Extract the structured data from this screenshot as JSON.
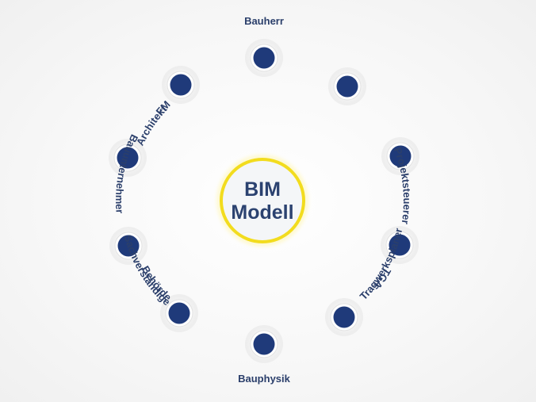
{
  "center": {
    "line1": "BIM",
    "line2": "Modell"
  },
  "nodes": [
    {
      "label": "Bauherr"
    },
    {
      "label": "Architekt"
    },
    {
      "label": "Projektsteuerer"
    },
    {
      "label": "TGA"
    },
    {
      "label": "Tragwerksplaner"
    },
    {
      "label": "Bauphysik"
    },
    {
      "label": "Behörde"
    },
    {
      "label": "Sachverständige"
    },
    {
      "label": "Bauunternehmer"
    },
    {
      "label": "FM"
    }
  ],
  "colors": {
    "node_fill": "#1f3a7a",
    "label": "#2b3f6b",
    "center_ring": "#f2dc1e",
    "center_fill": "#f4f6f8",
    "center_text": "#2b4270"
  }
}
